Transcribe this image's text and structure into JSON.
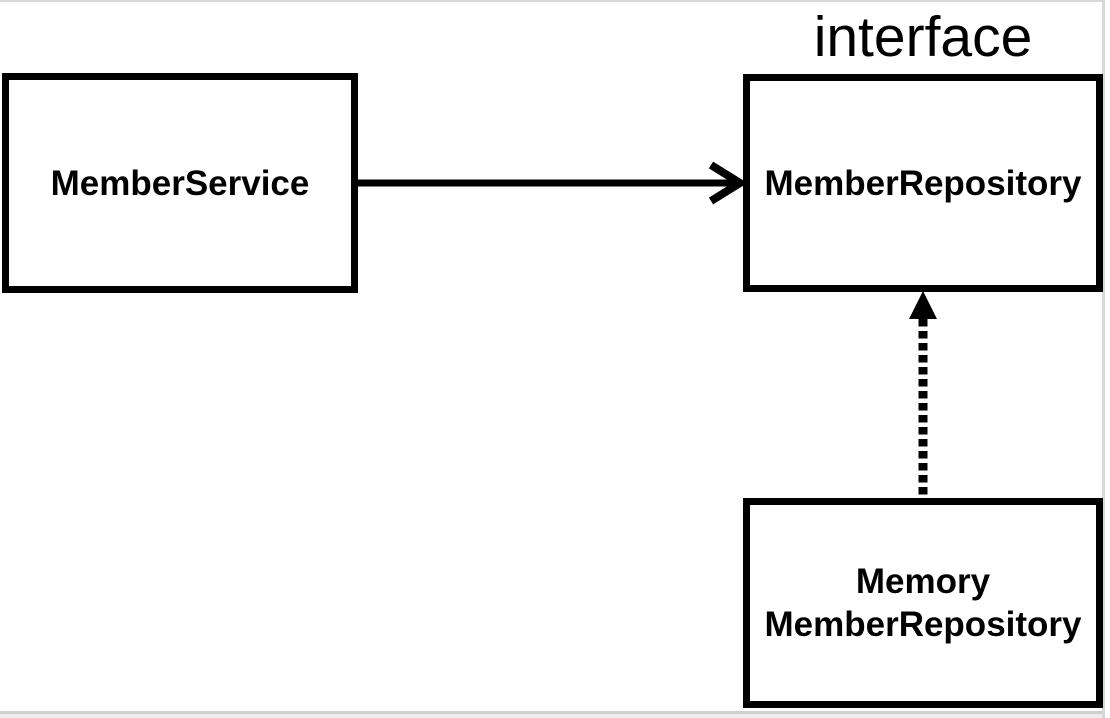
{
  "page": {
    "background": "#ffffff",
    "edge_line_color": "#d8d8d8"
  },
  "diagram": {
    "stereotype_label": "interface",
    "nodes": {
      "member_service": {
        "label": "MemberService"
      },
      "member_repository": {
        "label": "MemberRepository"
      },
      "memory_member_repository": {
        "label_line1": "Memory",
        "label_line2": "MemberRepository"
      }
    },
    "edges": {
      "service_to_repository": {
        "style": "solid",
        "head": "open-chevron"
      },
      "memory_to_repository": {
        "style": "dotted",
        "head": "filled-triangle"
      }
    },
    "colors": {
      "shape_stroke": "#000000",
      "text": "#000000"
    }
  }
}
